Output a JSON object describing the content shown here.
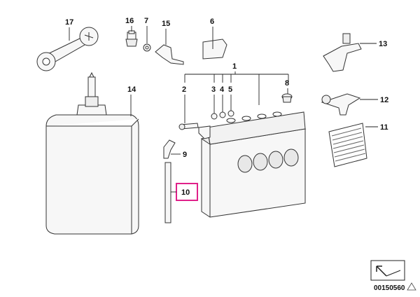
{
  "diagram": {
    "callouts": {
      "c1": "1",
      "c2": "2",
      "c3": "3",
      "c4": "4",
      "c5": "5",
      "c6": "6",
      "c7": "7",
      "c8": "8",
      "c9": "9",
      "c10": "10",
      "c11": "11",
      "c12": "12",
      "c13": "13",
      "c14": "14",
      "c15": "15",
      "c16": "16",
      "c17": "17"
    },
    "highlighted_callout": "10",
    "reference_number": "00150560",
    "colors": {
      "highlight": "#e0218a",
      "line": "#222222",
      "part_fill": "#f7f7f7"
    }
  }
}
